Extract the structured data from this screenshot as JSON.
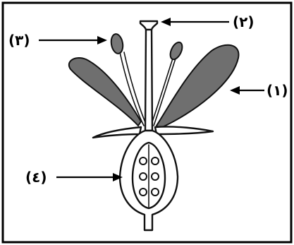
{
  "labels": {
    "petal": "(١)",
    "stigma": "(٢)",
    "anther": "(٣)",
    "ovary": "(٤)"
  },
  "colors": {
    "petal_fill": "#6f6f6f",
    "outline": "#111111",
    "background": "#ffffff"
  }
}
